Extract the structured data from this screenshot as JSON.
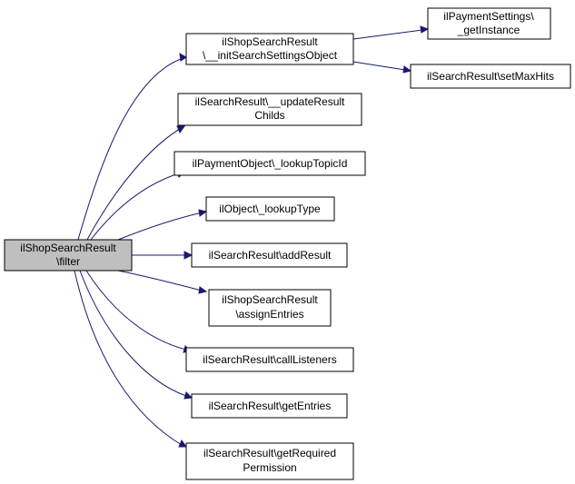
{
  "graph": {
    "root": {
      "id": "filter",
      "lines": [
        "ilShopSearchResult",
        "\\filter"
      ]
    },
    "nodes": [
      {
        "id": "initSearchSettingsObject",
        "lines": [
          "ilShopSearchResult",
          "\\__initSearchSettingsObject"
        ]
      },
      {
        "id": "getInstance",
        "lines": [
          "ilPaymentSettings\\",
          "_getInstance"
        ]
      },
      {
        "id": "setMaxHits",
        "lines": [
          "ilSearchResult\\setMaxHits"
        ]
      },
      {
        "id": "updateResultChilds",
        "lines": [
          "ilSearchResult\\__updateResult",
          "Childs"
        ]
      },
      {
        "id": "lookupTopicId",
        "lines": [
          "ilPaymentObject\\_lookupTopicId"
        ]
      },
      {
        "id": "lookupType",
        "lines": [
          "ilObject\\_lookupType"
        ]
      },
      {
        "id": "addResult",
        "lines": [
          "ilSearchResult\\addResult"
        ]
      },
      {
        "id": "assignEntries",
        "lines": [
          "ilShopSearchResult",
          "\\assignEntries"
        ]
      },
      {
        "id": "callListeners",
        "lines": [
          "ilSearchResult\\callListeners"
        ]
      },
      {
        "id": "getEntries",
        "lines": [
          "ilSearchResult\\getEntries"
        ]
      },
      {
        "id": "getRequiredPermission",
        "lines": [
          "ilSearchResult\\getRequired",
          "Permission"
        ]
      }
    ],
    "edges": [
      {
        "from": "filter",
        "to": "initSearchSettingsObject"
      },
      {
        "from": "filter",
        "to": "updateResultChilds"
      },
      {
        "from": "filter",
        "to": "lookupTopicId"
      },
      {
        "from": "filter",
        "to": "lookupType"
      },
      {
        "from": "filter",
        "to": "addResult"
      },
      {
        "from": "filter",
        "to": "assignEntries"
      },
      {
        "from": "filter",
        "to": "callListeners"
      },
      {
        "from": "filter",
        "to": "getEntries"
      },
      {
        "from": "filter",
        "to": "getRequiredPermission"
      },
      {
        "from": "initSearchSettingsObject",
        "to": "getInstance"
      },
      {
        "from": "initSearchSettingsObject",
        "to": "setMaxHits"
      }
    ]
  }
}
